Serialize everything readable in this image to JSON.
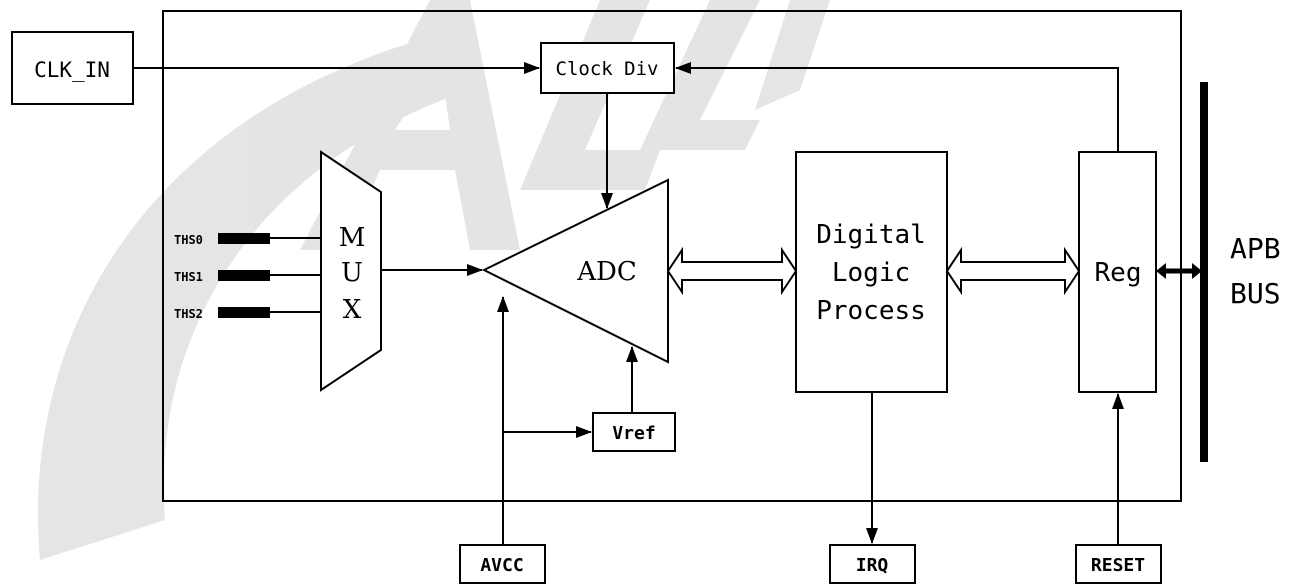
{
  "watermark": {
    "text": "ALLWINNER",
    "color": "#c8c8c8"
  },
  "labels": {
    "clk_in": "CLK_IN",
    "clock_div": "Clock Div",
    "mux_m": "M",
    "mux_u": "U",
    "mux_x": "X",
    "ths0": "THS0",
    "ths1": "THS1",
    "ths2": "THS2",
    "adc": "ADC",
    "vref": "Vref",
    "dlp_line1": "Digital",
    "dlp_line2": "Logic",
    "dlp_line3": "Process",
    "reg": "Reg",
    "apb_line1": "APB",
    "apb_line2": "BUS",
    "avcc": "AVCC",
    "irq": "IRQ",
    "reset": "RESET"
  }
}
